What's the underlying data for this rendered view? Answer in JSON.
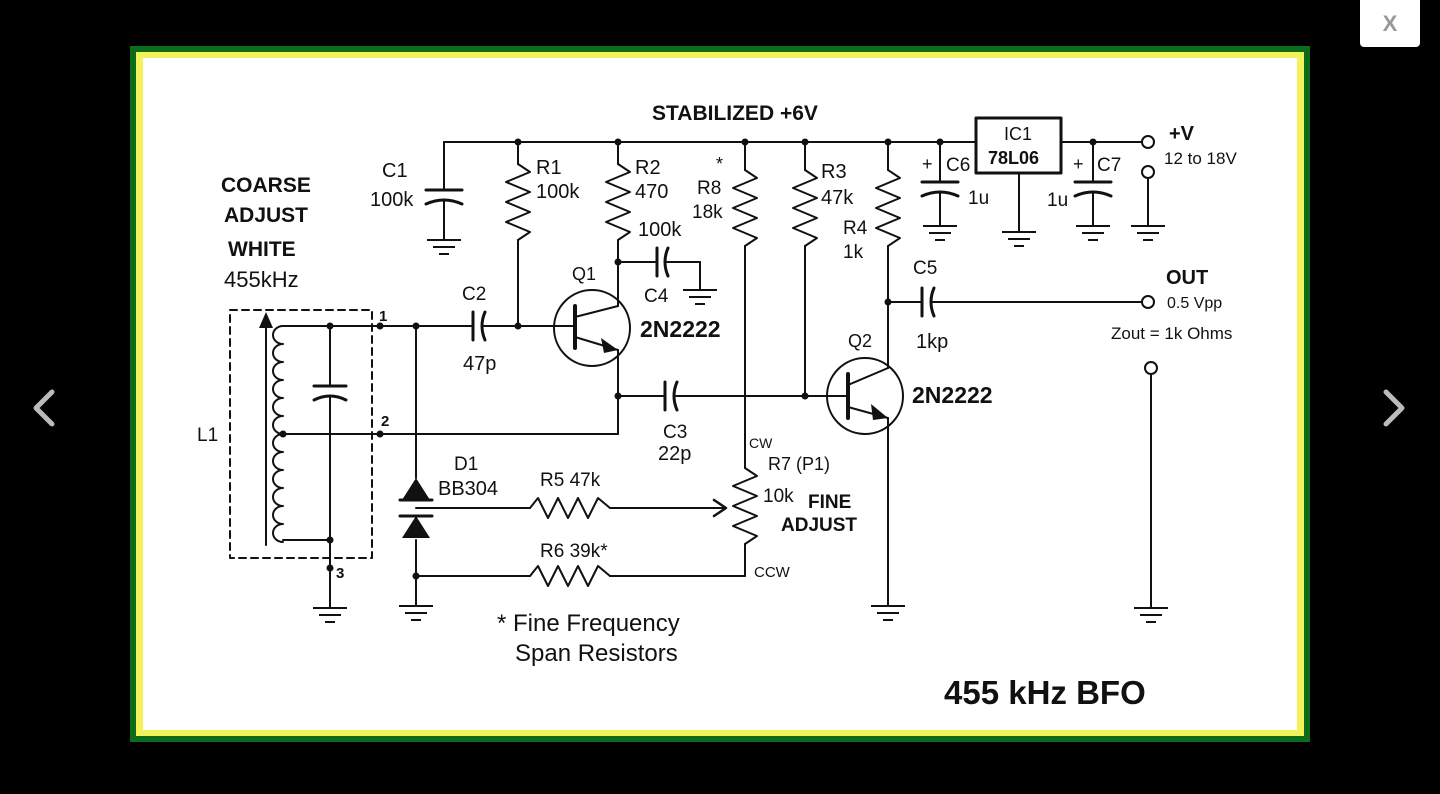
{
  "viewer": {
    "close_label": "X",
    "prev_icon": "chevron-left-icon",
    "next_icon": "chevron-right-icon"
  },
  "schematic": {
    "title": "455 kHz BFO",
    "supply_label": "STABILIZED +6V",
    "vplus": "+V",
    "vrange": "12 to 18V",
    "coarse1": "COARSE",
    "coarse2": "ADJUST",
    "white": "WHITE",
    "freq455": "455kHz",
    "fine1": "FINE",
    "fine2": "ADJUST",
    "footnote1": "* Fine Frequency",
    "footnote2": "Span Resistors",
    "out": "OUT",
    "out_vpp": "0.5 Vpp",
    "zout": "Zout = 1k Ohms",
    "ic1_name": "IC1",
    "ic1_part": "78L06",
    "c1": "C1",
    "c1v": "100k",
    "r1": "R1",
    "r1v": "100k",
    "r2": "R2",
    "r2v": "470",
    "c4v": "100k",
    "c4": "C4",
    "r8star": "*",
    "r8": "R8",
    "r8v": "18k",
    "r3": "R3",
    "r3v": "47k",
    "r4": "R4",
    "r4v": "1k",
    "c6": "C6",
    "c6v": "1u",
    "c7": "C7",
    "c7v": "1u",
    "c5": "C5",
    "c5v": "1kp",
    "q1": "Q1",
    "q1p": "2N2222",
    "q2": "Q2",
    "q2p": "2N2222",
    "c2": "C2",
    "c2v": "47p",
    "c3": "C3",
    "c3v": "22p",
    "l1": "L1",
    "d1": "D1",
    "d1p": "BB304",
    "r5": "R5 47k",
    "r6": "R6 39k*",
    "cw": "CW",
    "ccw": "CCW",
    "r7": "R7 (P1)",
    "r7v": "10k",
    "plus": "+",
    "pin1": "1",
    "pin2": "2",
    "pin3": "3"
  },
  "colors": {
    "outer_green": "#0d6b1a",
    "inner_yellow": "#f2f25a",
    "paper": "#ffffff",
    "ink": "#111111"
  }
}
